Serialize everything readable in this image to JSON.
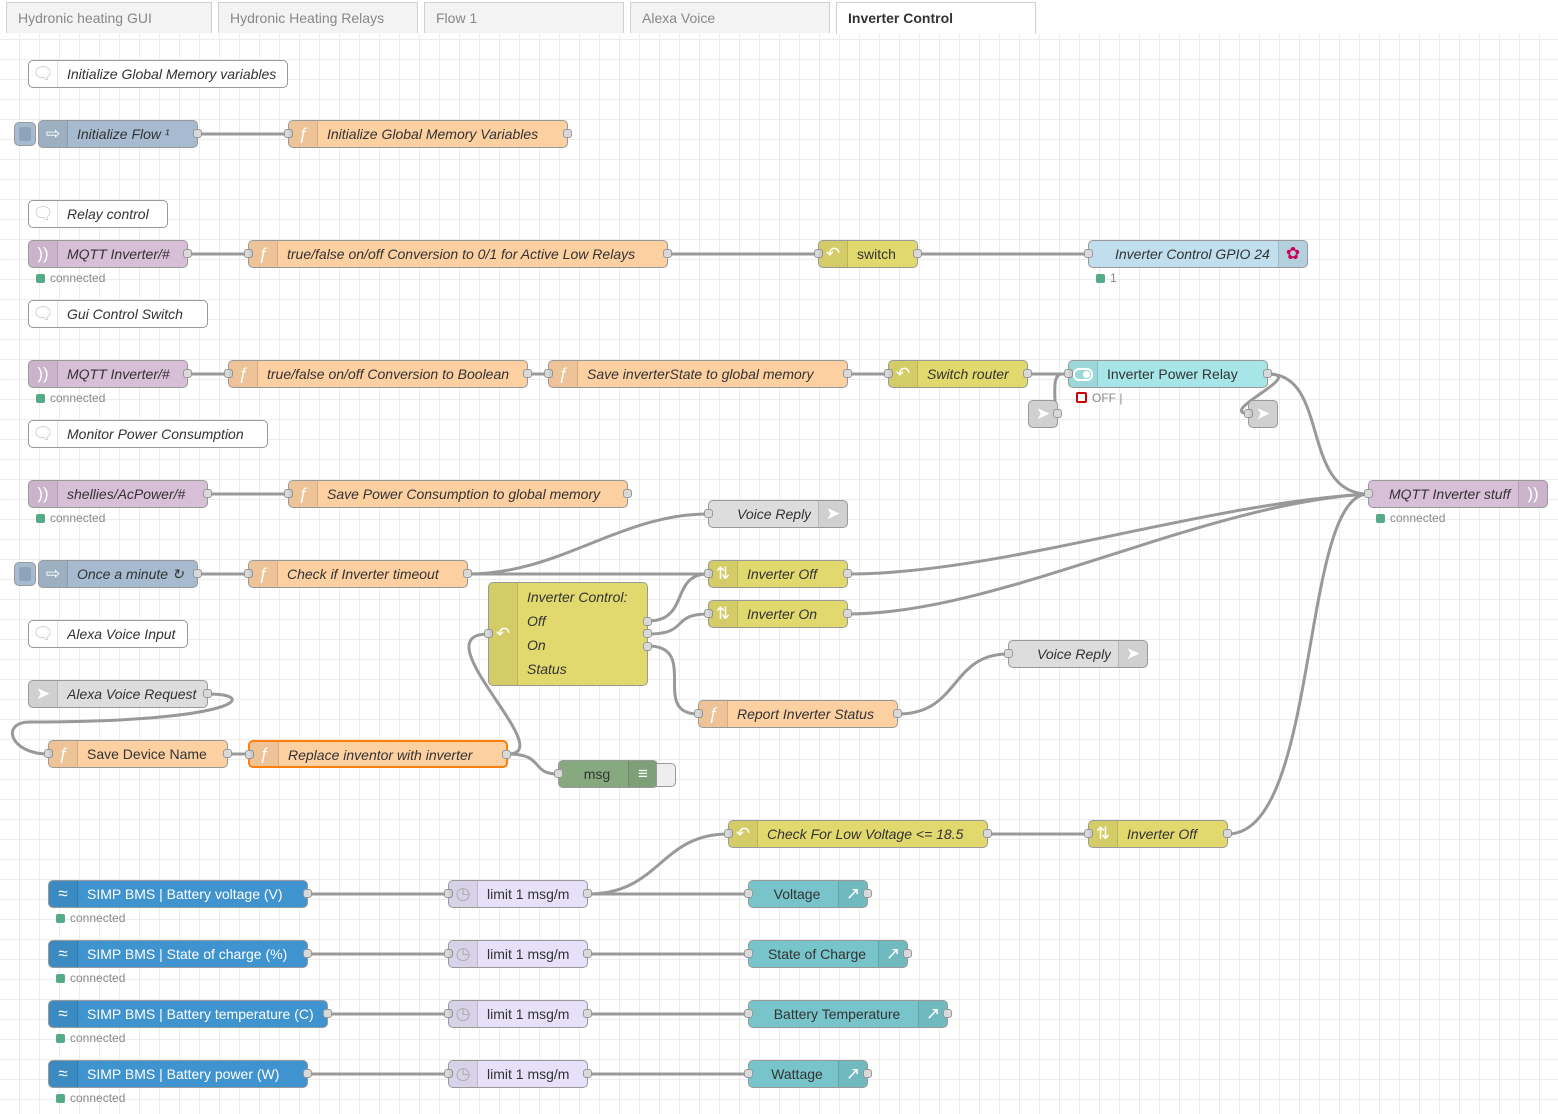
{
  "tabs": [
    {
      "label": "Hydronic heating GUI",
      "active": false
    },
    {
      "label": "Hydronic Heating Relays",
      "active": false
    },
    {
      "label": "Flow 1",
      "active": false
    },
    {
      "label": "Alexa Voice",
      "active": false
    },
    {
      "label": "Inverter Control",
      "active": true
    }
  ],
  "comments": {
    "init": "Initialize Global Memory variables",
    "relay": "Relay control",
    "gui": "Gui Control Switch",
    "monitor": "Monitor Power Consumption",
    "alexa": "Alexa Voice Input"
  },
  "nodes": {
    "inject_init": "Initialize Flow ¹",
    "func_init": "Initialize Global Memory Variables",
    "mqtt_in_1": "MQTT Inverter/#",
    "func_active_low": "true/false on/off Conversion to 0/1 for Active Low Relays",
    "switch_1": "switch",
    "gpio": "Inverter Control GPIO 24",
    "mqtt_in_2": "MQTT Inverter/#",
    "func_bool": "true/false on/off Conversion to Boolean",
    "func_save_state": "Save inverterState to global memory",
    "switch_router": "Switch router",
    "ui_relay": "Inverter Power Relay",
    "mqtt_in_3": "shellies/AcPower/#",
    "func_save_power": "Save Power Consumption to global memory",
    "voice_reply_1": "Voice Reply",
    "mqtt_out": "MQTT Inverter stuff",
    "inject_minute": "Once a minute ↻",
    "func_timeout": "Check if Inverter timeout",
    "change_off": "Inverter Off",
    "change_on": "Inverter On",
    "switch_control_lines": [
      "Inverter Control:",
      "Off",
      "On",
      "Status"
    ],
    "voice_reply_2": "Voice Reply",
    "func_report": "Report Inverter Status",
    "link_alexa": "Alexa Voice Request",
    "func_device": "Save Device Name",
    "func_replace": "Replace inventor with inverter",
    "debug_msg": "msg",
    "switch_low_voltage": "Check For Low Voltage <= 18.5",
    "change_off_2": "Inverter Off",
    "bms_voltage": "SIMP BMS | Battery voltage (V)",
    "bms_soc": "SIMP BMS | State of charge (%)",
    "bms_temp": "SIMP BMS | Battery temperature (C)",
    "bms_power": "SIMP BMS | Battery power (W)",
    "delay_1": "limit 1 msg/m",
    "delay_2": "limit 1 msg/m",
    "delay_3": "limit 1 msg/m",
    "delay_4": "limit 1 msg/m",
    "chart_voltage": "Voltage",
    "chart_soc": "State of Charge",
    "chart_temp": "Battery Temperature",
    "chart_watt": "Wattage"
  },
  "status": {
    "connected": "connected",
    "gpio": "1",
    "relay": "OFF |"
  },
  "colors": {
    "function": "#fdd0a2",
    "inject": "#a6bbcf",
    "mqtt": "#d8bfd8",
    "switch": "#e2d96e",
    "status_green": "#5a8",
    "selected": "#ff7f0e"
  }
}
